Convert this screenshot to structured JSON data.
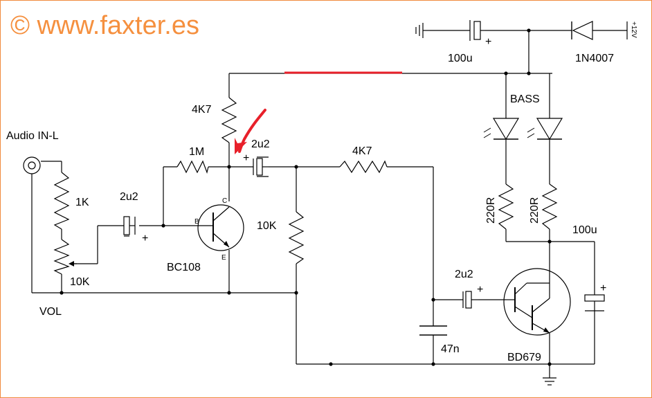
{
  "watermark": "© www.faxter.es",
  "labels": {
    "audio_in": "Audio IN-L",
    "r_1k": "1K",
    "pot_10k": "10K",
    "vol": "VOL",
    "c_in": "2u2",
    "r_1m": "1M",
    "r_4k7_top": "4K7",
    "transistor_1": "BC108",
    "pin_c": "C",
    "pin_b": "B",
    "pin_e": "E",
    "c_2u2_mid": "2u2",
    "r_10k": "10K",
    "r_4k7_mid": "4K7",
    "c_2u2_out": "2u2",
    "c_47n": "47n",
    "transistor_2": "BD679",
    "c_100u_top": "100u",
    "diode": "1N4007",
    "supply": "+12V",
    "bass": "BASS",
    "r_220_a": "220R",
    "r_220_b": "220R",
    "c_100u_right": "100u",
    "plus": "+"
  },
  "colors": {
    "watermark": "#f5903f",
    "highlight_wire": "#e8202a",
    "arrow": "#e8202a"
  }
}
